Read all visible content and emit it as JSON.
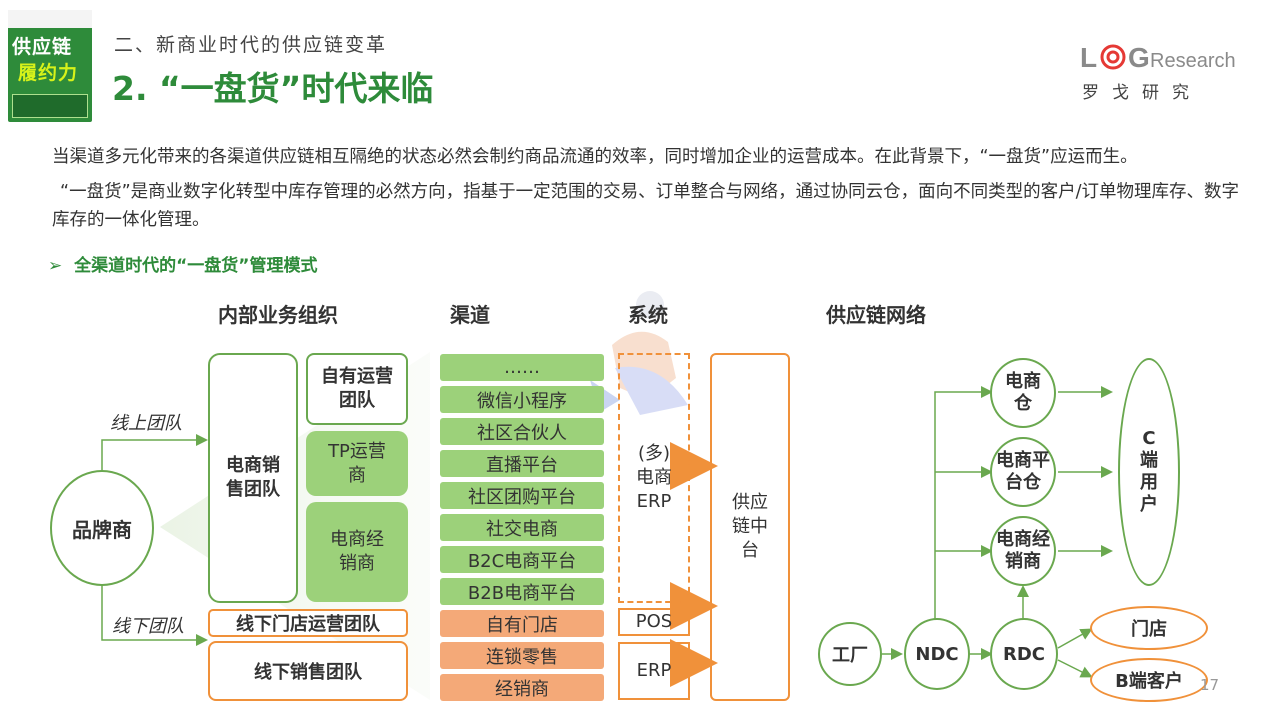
{
  "header": {
    "book": {
      "title_line1": "供应链",
      "title_line2": "履约力"
    },
    "section_title": "二、新商业时代的供应链变革",
    "page_title": "2. “一盘货”时代来临",
    "logo": {
      "text": "LOGResearch",
      "subtitle": "罗戈研究"
    }
  },
  "body": {
    "para1": "当渠道多元化带来的各渠道供应链相互隔绝的状态必然会制约商品流通的效率，同时增加企业的运营成本。在此背景下，“一盘货”应运而生。",
    "para2": "“一盘货”是商业数字化转型中库存管理的必然方向，指基于一定范围的交易、订单整合与网络，通过协同云仓，面向不同类型的客户/订单物理库存、数字库存的一体化管理。",
    "sub_heading": "全渠道时代的“一盘货”管理模式"
  },
  "diagram": {
    "headers": {
      "org": "内部业务组织",
      "channel": "渠道",
      "system": "系统",
      "network": "供应链网络"
    },
    "brand": "品牌商",
    "online_label": "线上团队",
    "offline_label": "线下团队",
    "ecom_sales_team": "电商销售团队",
    "self_ops_team": "自有运营团队",
    "tp_ops": "TP运营商",
    "ecom_dist": "电商经销商",
    "offline_store_team": "线下门店运营团队",
    "offline_sales_team": "线下销售团队",
    "channels_online": [
      "……",
      "微信小程序",
      "社区合伙人",
      "直播平台",
      "社区团购平台",
      "社交电商",
      "B2C电商平台",
      "B2B电商平台"
    ],
    "channels_offline": [
      "自有门店",
      "连锁零售",
      "经销商"
    ],
    "systems": {
      "ecom_erp": "(多)电商ERP",
      "pos": "POS",
      "erp": "ERP"
    },
    "middle_platform": "供应链中台",
    "network": {
      "factory": "工厂",
      "ndc": "NDC",
      "rdc": "RDC",
      "ecom_wh": "电商仓",
      "ecom_platform_wh": "电商平台仓",
      "ecom_dist_node": "电商经销商",
      "c_users": "C端用户",
      "store": "门店",
      "b_clients": "B端客户"
    }
  },
  "page_number": "17",
  "colors": {
    "green": "#6aa84f",
    "green_fill": "#9cd17a",
    "orange": "#f0913a",
    "orange_fill": "#f4a978",
    "title_green": "#2e8b3a"
  }
}
